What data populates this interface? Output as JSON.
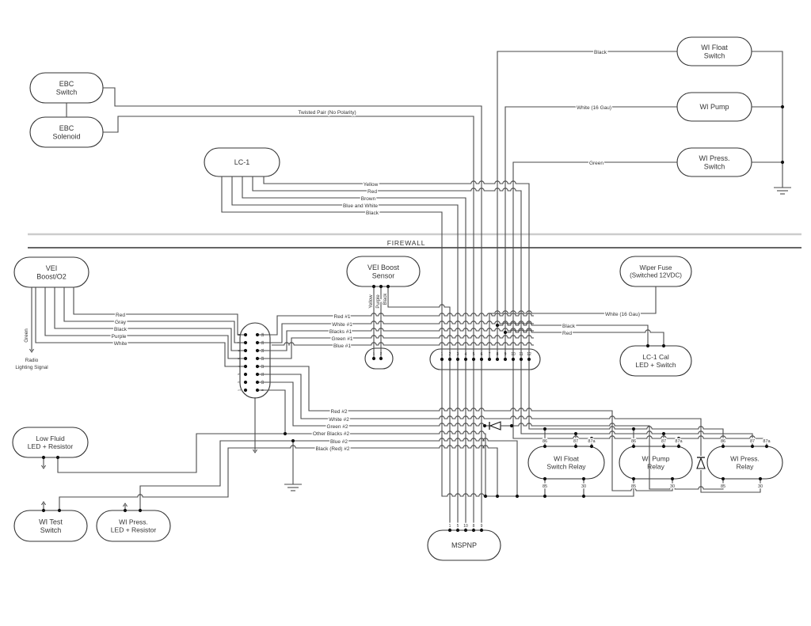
{
  "diagram_type": "automotive-wiring-diagram",
  "firewall_label": "FIREWALL",
  "components": {
    "ebc_switch": {
      "label": [
        "EBC",
        "Switch"
      ]
    },
    "ebc_solenoid": {
      "label": [
        "EBC",
        "Solenoid"
      ]
    },
    "lc1": {
      "label": [
        "LC-1"
      ]
    },
    "wi_float_switch": {
      "label": [
        "WI Float",
        "Switch"
      ]
    },
    "wi_pump": {
      "label": [
        "WI Pump"
      ]
    },
    "wi_press_switch": {
      "label": [
        "WI Press.",
        "Switch"
      ]
    },
    "vei_boost_o2": {
      "label": [
        "VEI",
        "Boost/O2"
      ]
    },
    "vei_boost_sensor": {
      "label": [
        "VEI Boost",
        "Sensor"
      ]
    },
    "wiper_fuse": {
      "label": [
        "Wiper Fuse",
        "(Switched 12VDC)"
      ]
    },
    "lc1_cal": {
      "label": [
        "LC-1 Cal",
        "LED + Switch"
      ]
    },
    "low_fluid_led": {
      "label": [
        "Low Fluid",
        "LED + Resistor"
      ]
    },
    "wi_test_switch": {
      "label": [
        "WI Test",
        "Switch"
      ]
    },
    "wi_press_led": {
      "label": [
        "WI Press.",
        "LED + Resistor"
      ]
    },
    "mspnp": {
      "label": [
        "MSPNP"
      ]
    },
    "wi_float_relay": {
      "label": [
        "WI Float",
        "Switch Relay"
      ]
    },
    "wi_pump_relay": {
      "label": [
        "WI Pump",
        "Relay"
      ]
    },
    "wi_press_relay": {
      "label": [
        "WI Press.",
        "Relay"
      ]
    }
  },
  "wire_labels": {
    "twisted_pair": "Twisted Pair (No Polarity)",
    "float_black": "Black",
    "pump_white": "White (16 Gau)",
    "press_green": "Green",
    "lc1_yellow": "Yellow",
    "lc1_red": "Red",
    "lc1_brown": "Brown",
    "lc1_blue_white": "Blue and White",
    "lc1_black": "Black",
    "vei_red": "Red",
    "vei_gray": "Gray",
    "vei_black": "Black",
    "vei_purple": "Purple",
    "vei_white": "White",
    "vei_green": "Green",
    "radio1": "Radio",
    "radio2": "Lighting Signal",
    "r1": "Red #1",
    "w1": "White #1",
    "b1": "Blacks #1",
    "g1": "Green #1",
    "bl1": "Blue #1",
    "sensor_yellow": "Yellow",
    "sensor_purple": "Purple",
    "sensor_black": "Black",
    "fuse_white": "White (16 Gau)",
    "cal_black": "Black",
    "cal_red": "Red",
    "r2": "Red #2",
    "w2": "White #2",
    "g2": "Green #2",
    "ob2": "Other Blacks #2",
    "bl2": "Blue #2",
    "br2": "Black (Red) #2"
  },
  "relay_pin_labels": {
    "top": [
      "86",
      "87",
      "87a"
    ],
    "bottom": [
      "85",
      "30"
    ]
  },
  "connector_pins": {
    "conn12": [
      "1",
      "2",
      "3",
      "4",
      "5",
      "6",
      "7",
      "8",
      "9",
      "10",
      "11",
      "12"
    ],
    "conn16_left": [
      "1",
      "2",
      "3",
      "4",
      "5",
      "6",
      "7",
      "8"
    ],
    "conn16_right": [
      "9",
      "10",
      "11",
      "12",
      "13",
      "14",
      "15",
      "16"
    ],
    "conn2": [
      "1",
      "2"
    ],
    "mspnp": [
      "1",
      "5",
      "10",
      "8",
      "9"
    ]
  },
  "colors": {
    "wire": "#4a4a4a",
    "text": "#333333",
    "firewall_light": "#cccccc",
    "component_stroke": "#333333"
  }
}
